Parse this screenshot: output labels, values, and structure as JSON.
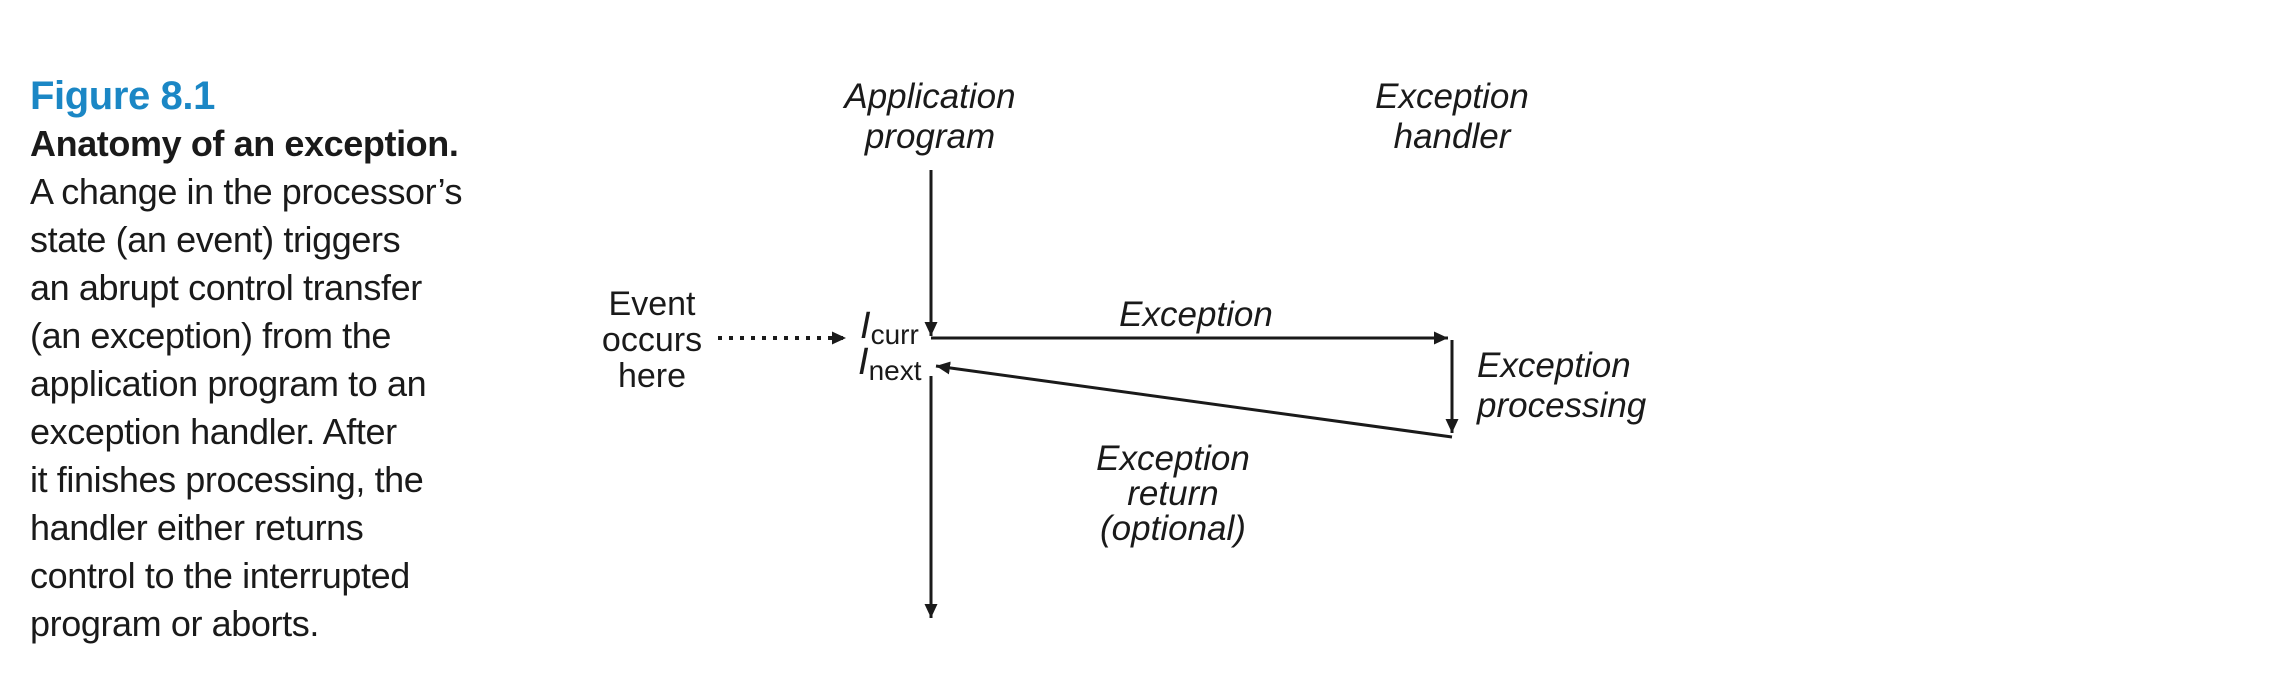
{
  "figure": {
    "label": "Figure 8.1",
    "title": "Anatomy of an exception.",
    "caption_lines": [
      "A change in the processor’s",
      "state (an event) triggers",
      "an abrupt control transfer",
      "(an exception) from the",
      "application program to an",
      "exception handler. After",
      "it finishes processing, the",
      "handler either returns",
      "control to the interrupted",
      "program or aborts."
    ]
  },
  "diagram": {
    "application_program": {
      "line1": "Application",
      "line2": "program"
    },
    "exception_handler": {
      "line1": "Exception",
      "line2": "handler"
    },
    "event_note": {
      "line1": "Event",
      "line2": "occurs",
      "line3": "here"
    },
    "i_curr": {
      "base": "I",
      "sub": "curr"
    },
    "i_next": {
      "base": "I",
      "sub": "next"
    },
    "exception_arrow_label": "Exception",
    "exception_processing": {
      "line1": "Exception",
      "line2": "processing"
    },
    "exception_return": {
      "line1": "Exception",
      "line2": "return",
      "line3": "(optional)"
    }
  },
  "colors": {
    "figure_label_blue": "#1b87c5",
    "text_black": "#1a1a1a",
    "line_black": "#1a1a1a",
    "background": "#ffffff"
  }
}
